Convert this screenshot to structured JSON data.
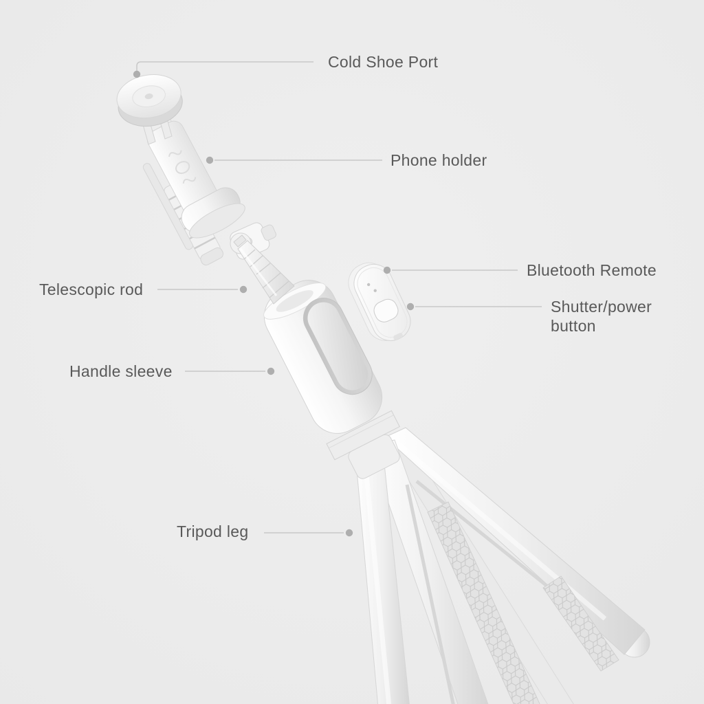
{
  "background_color": "#ececec",
  "product": {
    "description": "Selfie stick tripod with phone holder and detachable Bluetooth remote"
  },
  "labels": {
    "cold_shoe_port": "Cold Shoe Port",
    "phone_holder": "Phone holder",
    "bluetooth_remote": "Bluetooth Remote",
    "shutter_power_line1": "Shutter/power",
    "shutter_power_line2": "button",
    "telescopic_rod": "Telescopic rod",
    "handle_sleeve": "Handle sleeve",
    "tripod_leg": "Tripod leg"
  },
  "annotation_style": {
    "text_color": "#595959",
    "leader_line_color": "#c8c8c8",
    "leader_dot_color": "#aeaeae",
    "product_light": "#ffffff",
    "product_shade": "#d8d8d8"
  }
}
